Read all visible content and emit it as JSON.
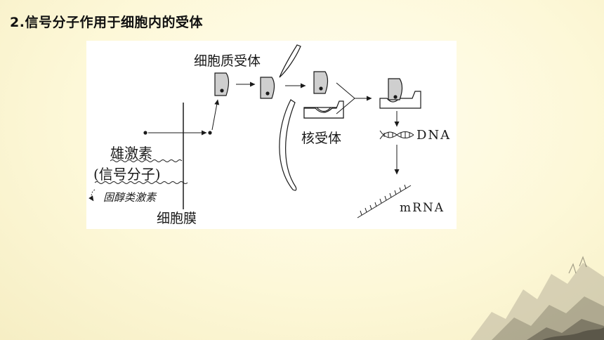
{
  "slide": {
    "title": "2.信号分子作用于细胞内的受体"
  },
  "diagram": {
    "cytoplasm_receptor_label": "细胞质受体",
    "nuclear_receptor_label": "核受体",
    "dna_label": "DNA",
    "mrna_label": "mRNA",
    "hormone_label": "雄激素",
    "signal_molecule_label": "(信号分子)",
    "handwritten_note": "固醇类激素",
    "membrane_label": "细胞膜"
  },
  "colors": {
    "receptor_fill": "#cfcfcf",
    "line": "#1a1a1a",
    "background_tint": "#fdf8d8"
  }
}
